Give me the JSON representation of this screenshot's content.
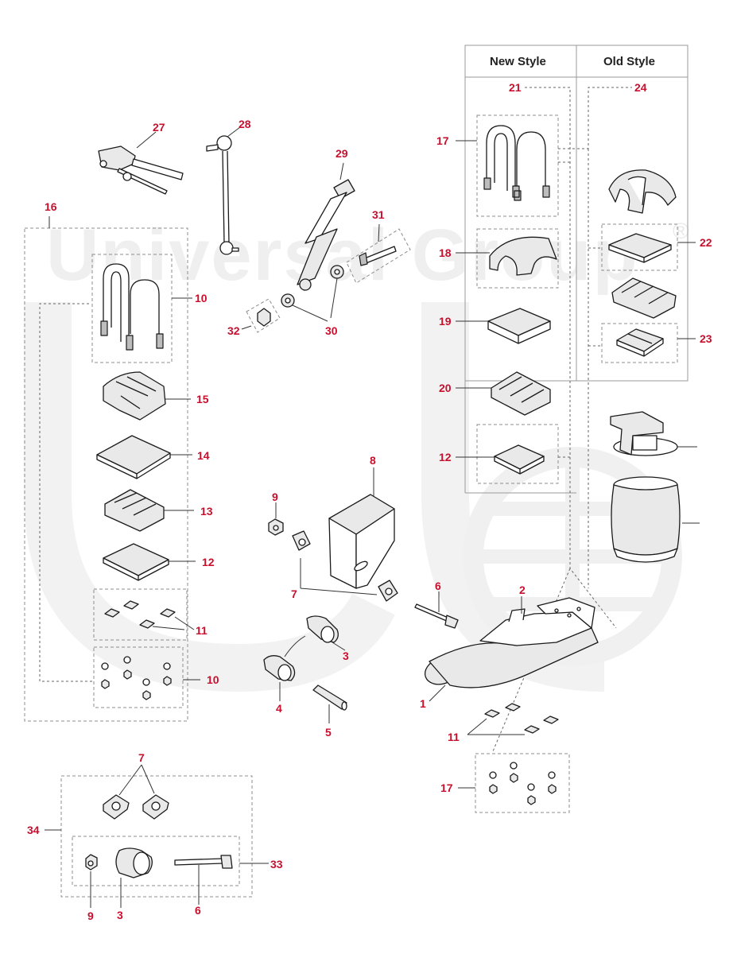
{
  "watermark": {
    "text": "Universal Group",
    "registered_mark": "®"
  },
  "columns": {
    "new_style": "New Style",
    "old_style": "Old Style"
  },
  "callouts": {
    "c27": "27",
    "c28": "28",
    "c29": "29",
    "c31": "31",
    "c32": "32",
    "c30": "30",
    "c16": "16",
    "c10_top": "10",
    "c15": "15",
    "c14": "14",
    "c13": "13",
    "c12_left": "12",
    "c11_left": "11",
    "c10_bottom": "10",
    "c9": "9",
    "c8": "8",
    "c7_mid": "7",
    "c6_mid": "6",
    "c2": "2",
    "c3_mid": "3",
    "c4": "4",
    "c5": "5",
    "c1": "1",
    "c11_right": "11",
    "c17_bottom": "17",
    "c21": "21",
    "c24": "24",
    "c17_top": "17",
    "c18": "18",
    "c19": "19",
    "c20": "20",
    "c12_right": "12",
    "c22": "22",
    "c23": "23",
    "c7_kit": "7",
    "c34": "34",
    "c33": "33",
    "c9_kit": "9",
    "c3_kit": "3",
    "c6_kit": "6"
  },
  "colors": {
    "callout": "#c8102e",
    "header": "#222222",
    "watermark": "#eeeeee",
    "line": "#1a1a1a"
  },
  "icons": [
    "u-bolt",
    "saddle",
    "pad",
    "spacer",
    "nut",
    "washer",
    "bolt",
    "shock-absorber",
    "stabilizer-link",
    "bushing",
    "sleeve",
    "trailing-arm",
    "air-spring",
    "guard-bracket",
    "height-valve"
  ]
}
